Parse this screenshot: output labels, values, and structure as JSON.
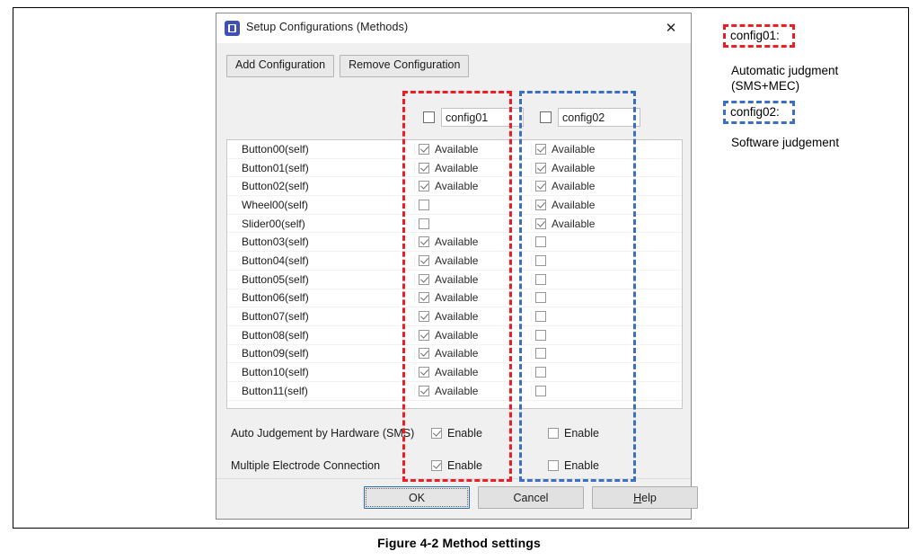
{
  "figure": {
    "caption": "Figure 4-2 Method settings"
  },
  "dialog": {
    "title": "Setup Configurations (Methods)",
    "icon": "app-icon",
    "close_label": "✕",
    "toolbar": {
      "add_label": "Add Configuration",
      "remove_label": "Remove Configuration"
    },
    "config_columns": [
      {
        "checked": false,
        "value": "config01"
      },
      {
        "checked": false,
        "value": "config02"
      }
    ],
    "available_label": "Available",
    "rows": [
      {
        "name": "Button00(self)",
        "config01": true,
        "config01_label": "Available",
        "config02": true,
        "config02_label": "Available"
      },
      {
        "name": "Button01(self)",
        "config01": true,
        "config01_label": "Available",
        "config02": true,
        "config02_label": "Available"
      },
      {
        "name": "Button02(self)",
        "config01": true,
        "config01_label": "Available",
        "config02": true,
        "config02_label": "Available"
      },
      {
        "name": "Wheel00(self)",
        "config01": false,
        "config01_label": "",
        "config02": true,
        "config02_label": "Available"
      },
      {
        "name": "Slider00(self)",
        "config01": false,
        "config01_label": "",
        "config02": true,
        "config02_label": "Available"
      },
      {
        "name": "Button03(self)",
        "config01": true,
        "config01_label": "Available",
        "config02": false,
        "config02_label": ""
      },
      {
        "name": "Button04(self)",
        "config01": true,
        "config01_label": "Available",
        "config02": false,
        "config02_label": ""
      },
      {
        "name": "Button05(self)",
        "config01": true,
        "config01_label": "Available",
        "config02": false,
        "config02_label": ""
      },
      {
        "name": "Button06(self)",
        "config01": true,
        "config01_label": "Available",
        "config02": false,
        "config02_label": ""
      },
      {
        "name": "Button07(self)",
        "config01": true,
        "config01_label": "Available",
        "config02": false,
        "config02_label": ""
      },
      {
        "name": "Button08(self)",
        "config01": true,
        "config01_label": "Available",
        "config02": false,
        "config02_label": ""
      },
      {
        "name": "Button09(self)",
        "config01": true,
        "config01_label": "Available",
        "config02": false,
        "config02_label": ""
      },
      {
        "name": "Button10(self)",
        "config01": true,
        "config01_label": "Available",
        "config02": false,
        "config02_label": ""
      },
      {
        "name": "Button11(self)",
        "config01": true,
        "config01_label": "Available",
        "config02": false,
        "config02_label": ""
      }
    ],
    "options": [
      {
        "label": "Auto Judgement by Hardware (SMS)",
        "config01": {
          "checked": true,
          "label": "Enable"
        },
        "config02": {
          "checked": false,
          "label": "Enable"
        }
      },
      {
        "label": "Multiple Electrode Connection",
        "config01": {
          "checked": true,
          "label": "Enable"
        },
        "config02": {
          "checked": false,
          "label": "Enable"
        }
      }
    ],
    "buttons": {
      "ok": "OK",
      "cancel": "Cancel",
      "help_prefix": "H",
      "help_rest": "elp"
    }
  },
  "annotations": {
    "colors": {
      "red": "#ee1c25",
      "blue": "#3b6fc4"
    },
    "items": [
      {
        "tag": "config01:",
        "line1": "Automatic judgment",
        "line2": "(SMS+MEC)",
        "color": "red"
      },
      {
        "tag": "config02:",
        "line1": "Software judgement",
        "line2": "",
        "color": "blue"
      }
    ]
  }
}
